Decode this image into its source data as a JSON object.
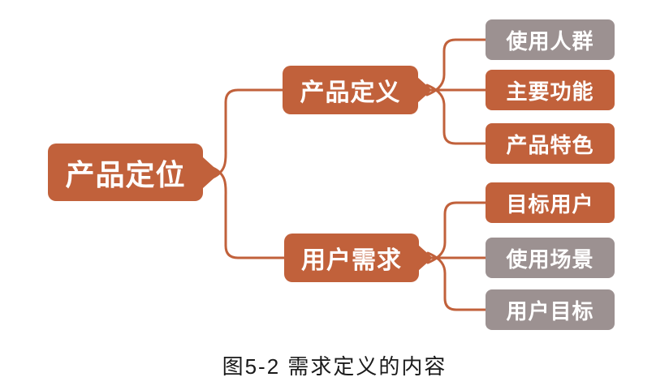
{
  "palette": {
    "orange": "#C1613B",
    "gray": "#9C9191",
    "connector": "#C1613B",
    "background": "#FFFFFF",
    "caption_color": "#1A1A1A"
  },
  "diagram": {
    "root": {
      "label": "产品定位",
      "color": "orange"
    },
    "branches": [
      {
        "label": "产品定义",
        "color": "orange",
        "children": [
          {
            "label": "使用人群",
            "color": "gray"
          },
          {
            "label": "主要功能",
            "color": "orange"
          },
          {
            "label": "产品特色",
            "color": "orange"
          }
        ]
      },
      {
        "label": "用户需求",
        "color": "orange",
        "children": [
          {
            "label": "目标用户",
            "color": "orange"
          },
          {
            "label": "使用场景",
            "color": "gray"
          },
          {
            "label": "用户目标",
            "color": "gray"
          }
        ]
      }
    ]
  },
  "caption": "图5-2 需求定义的内容"
}
